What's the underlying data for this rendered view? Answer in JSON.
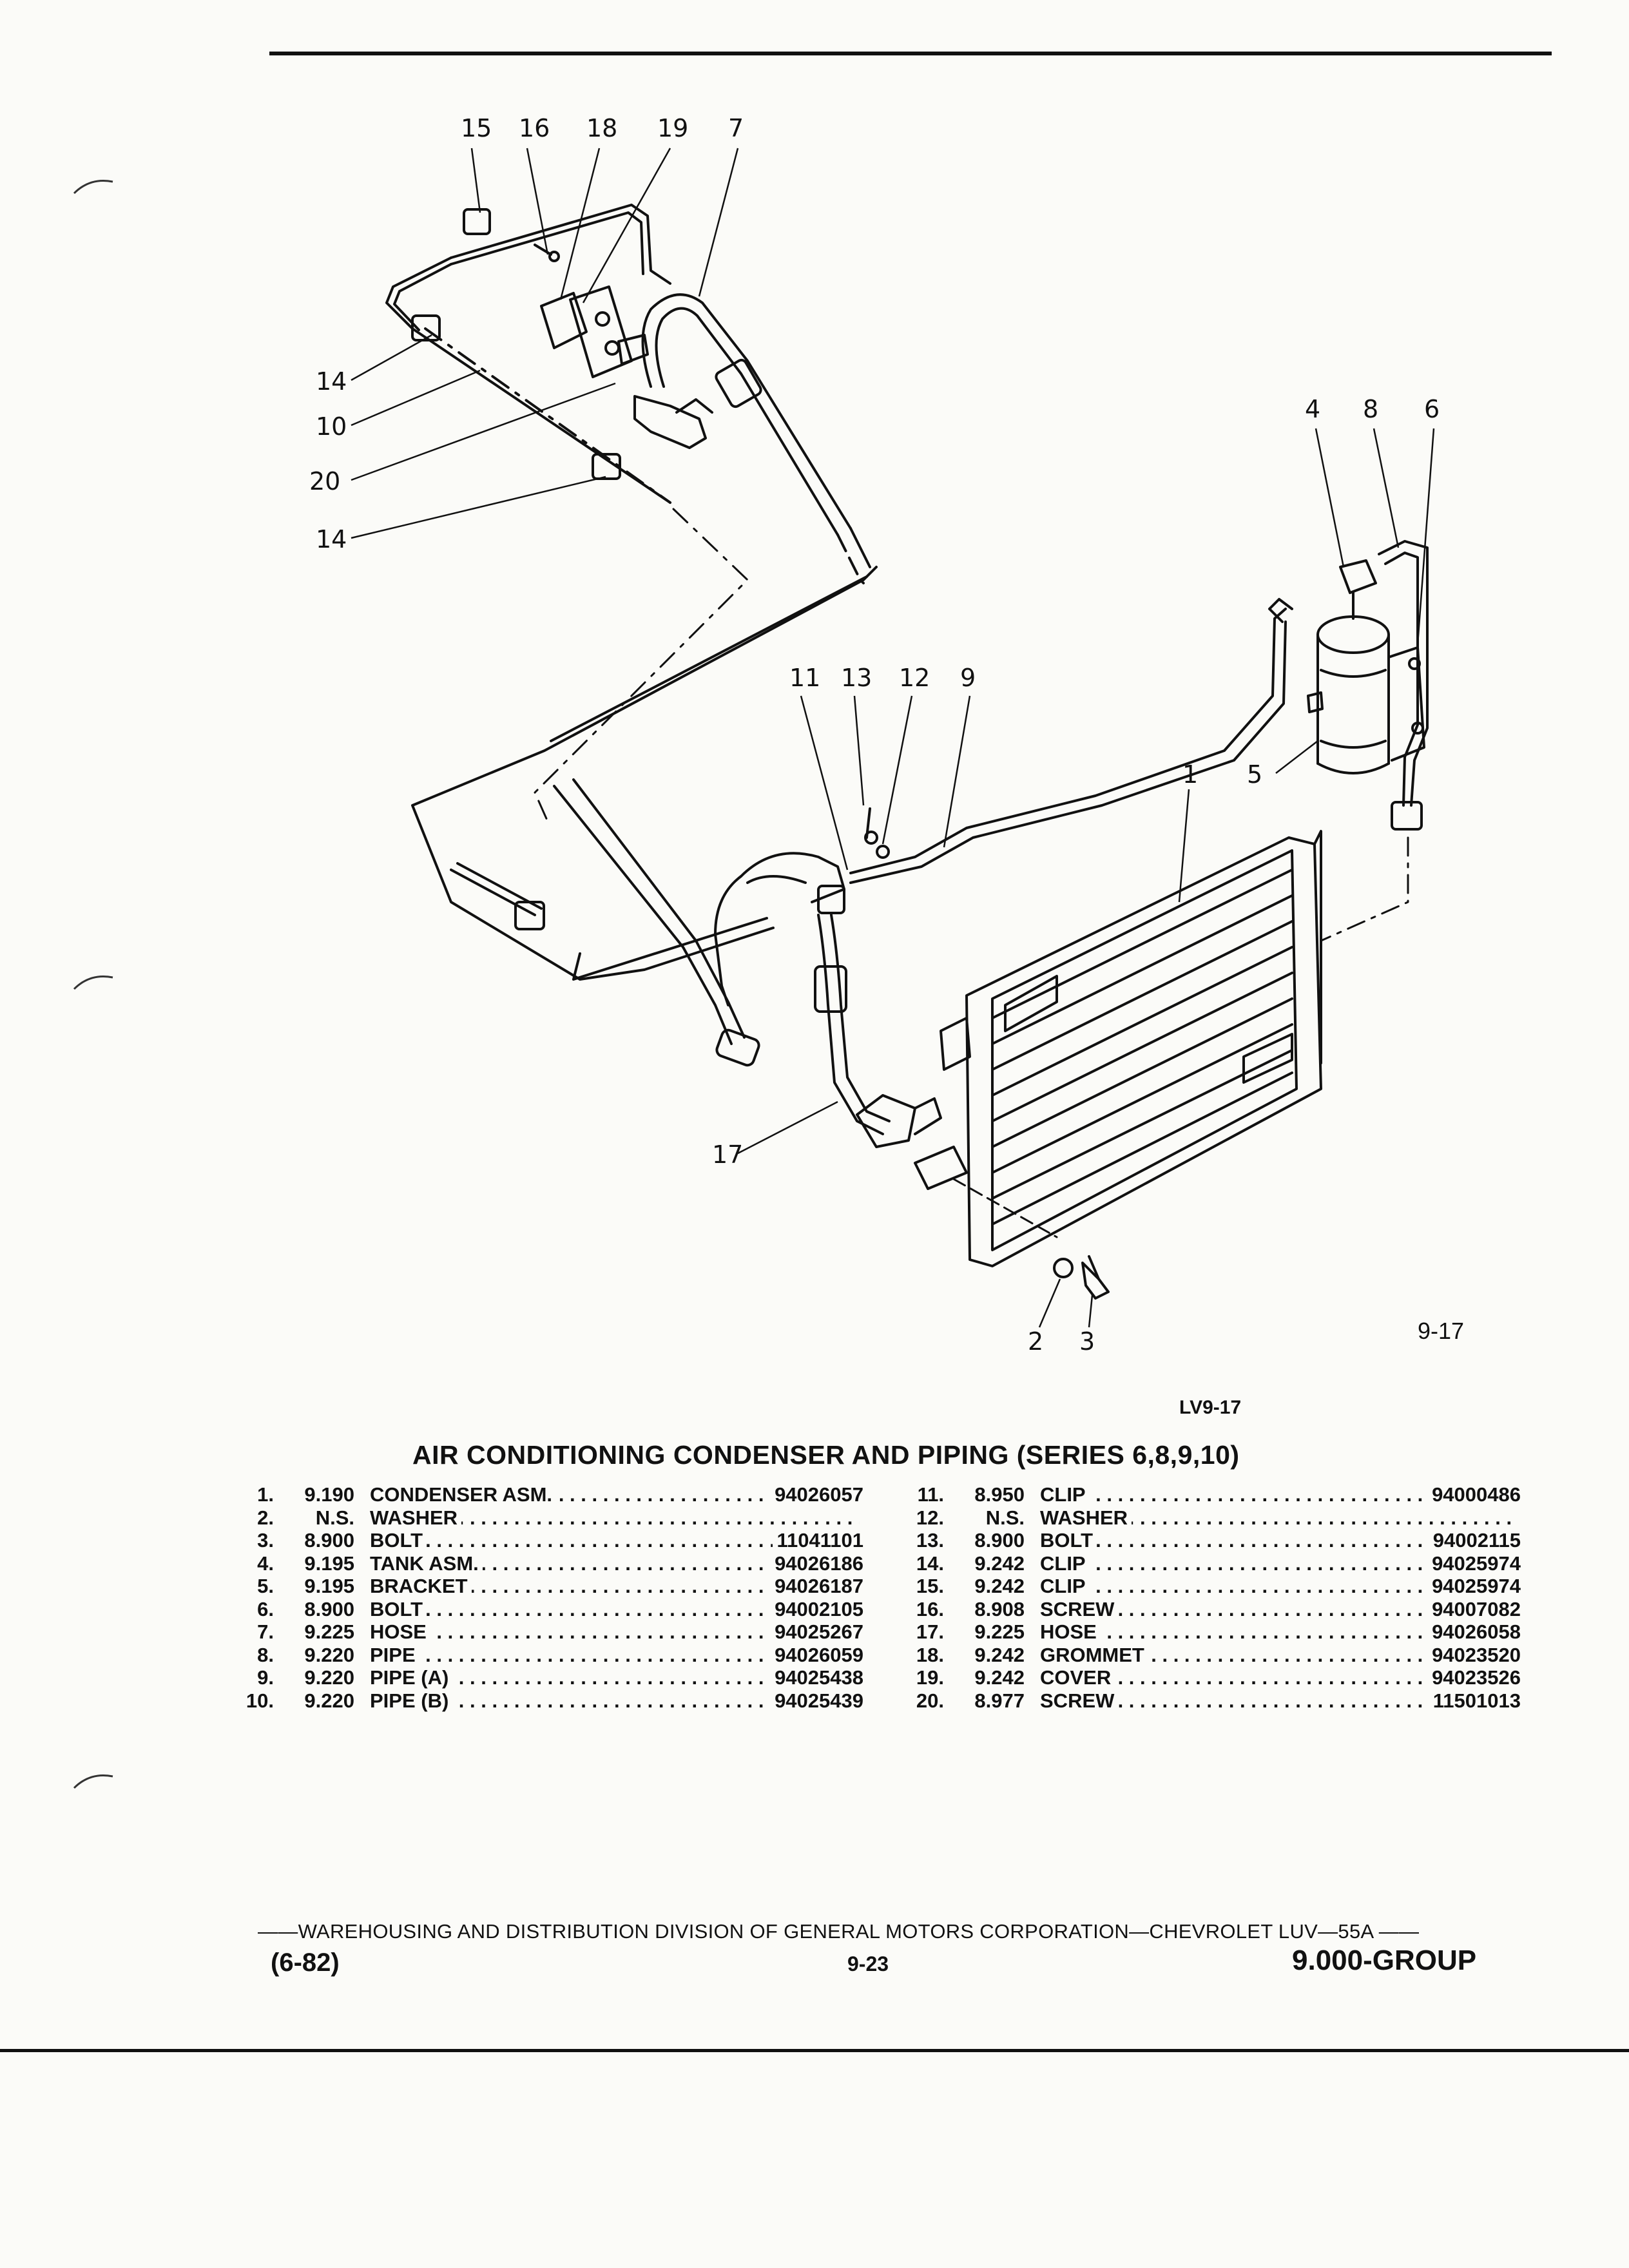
{
  "diagram": {
    "plate_id": "9-17",
    "plate_code": "LV9-17",
    "callouts": [
      "15",
      "16",
      "18",
      "19",
      "7",
      "14",
      "10",
      "20",
      "14",
      "4",
      "8",
      "6",
      "11",
      "13",
      "12",
      "9",
      "1",
      "5",
      "17",
      "2",
      "3"
    ]
  },
  "title": "AIR CONDITIONING CONDENSER AND PIPING (SERIES 6,8,9,10)",
  "parts_left": [
    {
      "num": "1.",
      "group": "9.190",
      "desc": "CONDENSER ASM.",
      "part": "94026057"
    },
    {
      "num": "2.",
      "group": "N.S.",
      "desc": "WASHER",
      "part": ""
    },
    {
      "num": "3.",
      "group": "8.900",
      "desc": "BOLT",
      "part": "11041101"
    },
    {
      "num": "4.",
      "group": "9.195",
      "desc": "TANK ASM.",
      "part": "94026186"
    },
    {
      "num": "5.",
      "group": "9.195",
      "desc": "BRACKET",
      "part": "94026187"
    },
    {
      "num": "6.",
      "group": "8.900",
      "desc": "BOLT",
      "part": "94002105"
    },
    {
      "num": "7.",
      "group": "9.225",
      "desc": "HOSE",
      "part": "94025267"
    },
    {
      "num": "8.",
      "group": "9.220",
      "desc": "PIPE",
      "part": "94026059"
    },
    {
      "num": "9.",
      "group": "9.220",
      "desc": "PIPE (A)",
      "part": "94025438"
    },
    {
      "num": "10.",
      "group": "9.220",
      "desc": "PIPE (B)",
      "part": "94025439"
    }
  ],
  "parts_right": [
    {
      "num": "11.",
      "group": "8.950",
      "desc": "CLIP",
      "part": "94000486"
    },
    {
      "num": "12.",
      "group": "N.S.",
      "desc": "WASHER",
      "part": ""
    },
    {
      "num": "13.",
      "group": "8.900",
      "desc": "BOLT",
      "part": "94002115"
    },
    {
      "num": "14.",
      "group": "9.242",
      "desc": "CLIP",
      "part": "94025974"
    },
    {
      "num": "15.",
      "group": "9.242",
      "desc": "CLIP",
      "part": "94025974"
    },
    {
      "num": "16.",
      "group": "8.908",
      "desc": "SCREW",
      "part": "94007082"
    },
    {
      "num": "17.",
      "group": "9.225",
      "desc": "HOSE",
      "part": "94026058"
    },
    {
      "num": "18.",
      "group": "9.242",
      "desc": "GROMMET",
      "part": "94023520"
    },
    {
      "num": "19.",
      "group": "9.242",
      "desc": "COVER",
      "part": "94023526"
    },
    {
      "num": "20.",
      "group": "8.977",
      "desc": "SCREW",
      "part": "11501013"
    }
  ],
  "footer": {
    "line": "——WAREHOUSING AND DISTRIBUTION DIVISION OF GENERAL MOTORS CORPORATION—CHEVROLET LUV—55A ——",
    "date": "(6-82)",
    "page": "9-23",
    "group": "9.000-GROUP"
  }
}
